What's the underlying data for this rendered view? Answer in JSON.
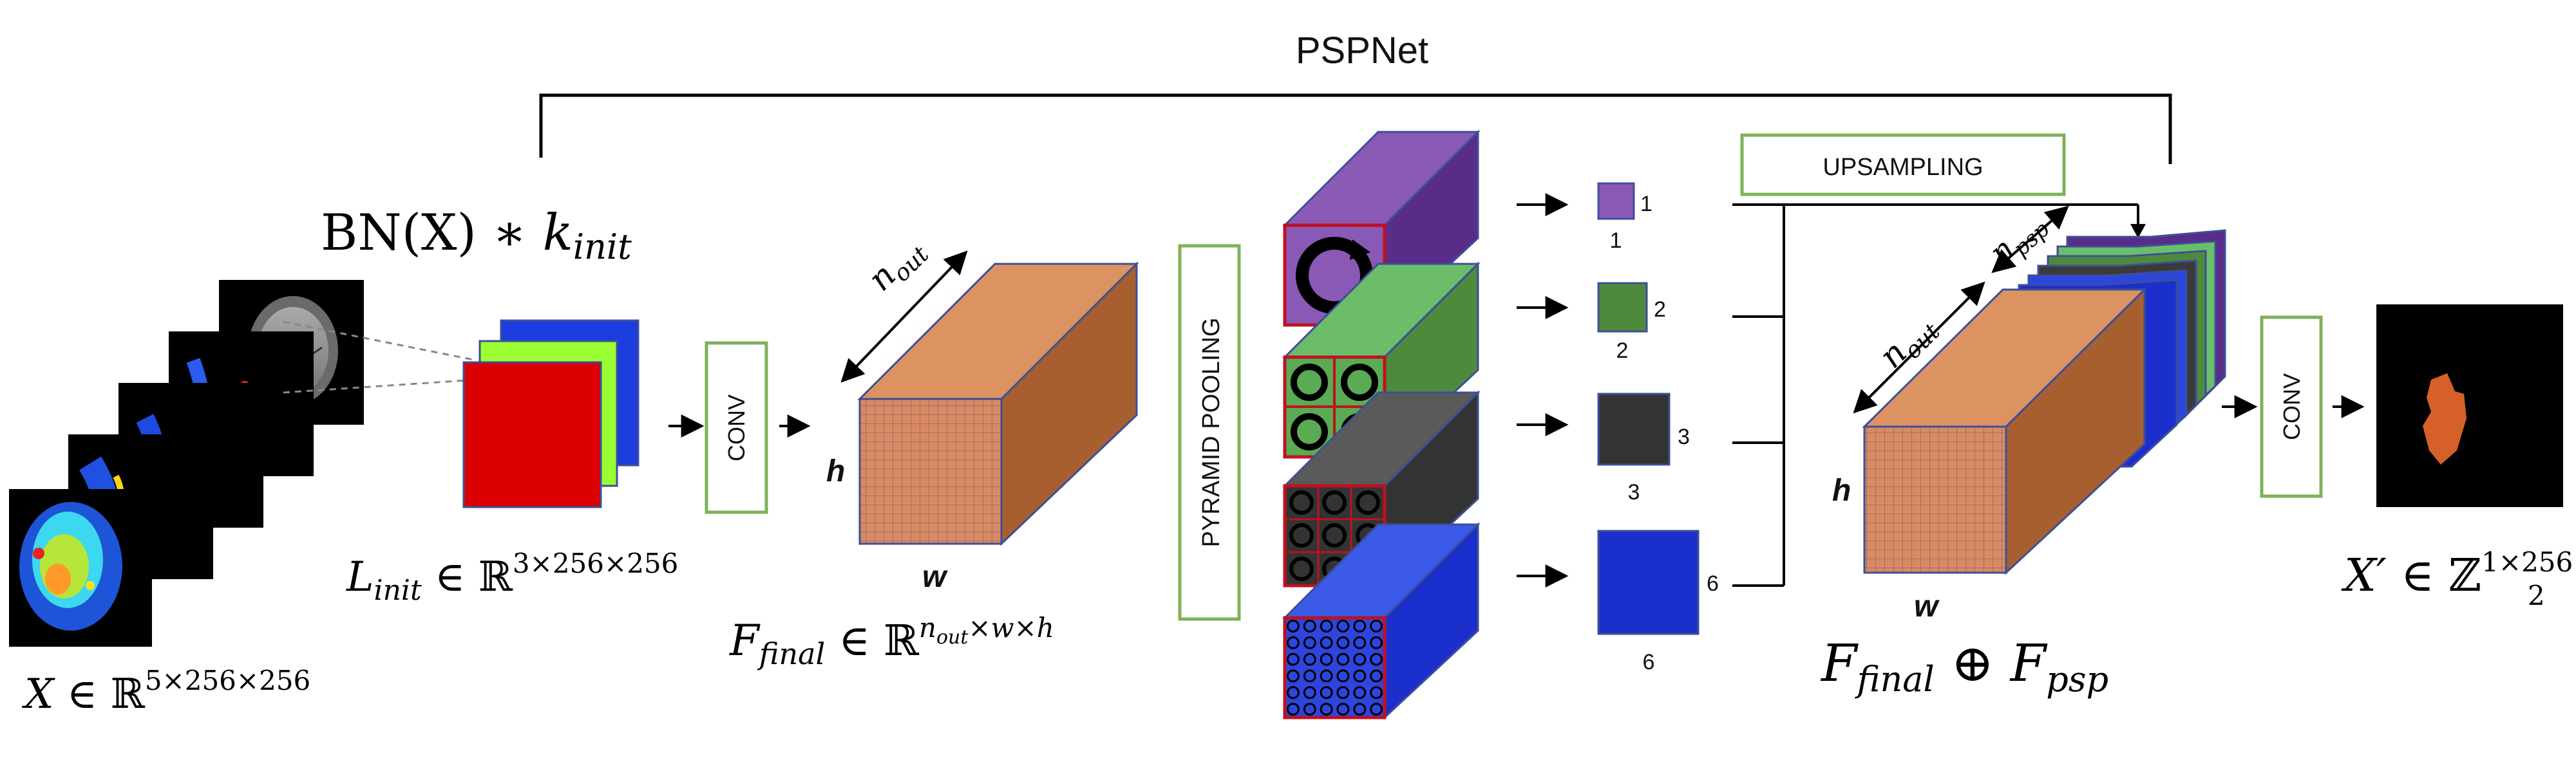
{
  "title": "PSPNet",
  "input": {
    "x_var": "X",
    "x_set": " ∈ ℝ",
    "x_dims": "5×256×256"
  },
  "init": {
    "bn_x": "BN(X)",
    "bn_mult": " ∗ ",
    "bn_k": "k",
    "bn_k_sub": "init",
    "l_var": "L",
    "l_sub": "init",
    "l_set": " ∈ ℝ",
    "l_dims": "3×256×256"
  },
  "conv_label": "CONV",
  "features": {
    "n_label": "n",
    "n_sub": "out",
    "h_label": "h",
    "w_label": "w",
    "f_var": "F",
    "f_sub": "final",
    "f_set": " ∈ ℝ",
    "f_dims_n": "n",
    "f_dims_n_sub": "out",
    "f_dims_rest": "×w×h"
  },
  "pyramid_label": "PYRAMID POOLING",
  "pooled": [
    {
      "size_label": "1",
      "bottom_label": "1",
      "color": "#8a59b5"
    },
    {
      "size_label": "2",
      "bottom_label": "2",
      "color": "#4e8a3c"
    },
    {
      "size_label": "3",
      "bottom_label": "3",
      "color": "#333333"
    },
    {
      "size_label": "6",
      "bottom_label": "6",
      "color": "#1b2fcc"
    }
  ],
  "upsampling_label": "UPSAMPLING",
  "fused": {
    "n_label": "n",
    "n_sub": "out",
    "npsp_label": "n",
    "npsp_sub": "psp",
    "h_label": "h",
    "w_label": "w",
    "f1": "F",
    "f1_sub": "final",
    "oplus": " ⊕ ",
    "f2": "F",
    "f2_sub": "psp"
  },
  "output": {
    "x_var": "X′",
    "x_set": " ∈ ℤ",
    "x_set_sub": "2",
    "x_dims": "1×256×256"
  },
  "colors": {
    "box_green": "#7fb15a",
    "red": "#dd0000",
    "lime": "#99ff33",
    "blue": "#1b3de0",
    "orange_front": "#d98a62",
    "orange_top": "#dd9261",
    "orange_side": "#a85f30",
    "purple": "#8a59b5",
    "green": "#5aab53",
    "dark": "#333333",
    "pool_blue": "#2c46dd",
    "border": "#3c4f98",
    "lesion": "#d6602a"
  }
}
